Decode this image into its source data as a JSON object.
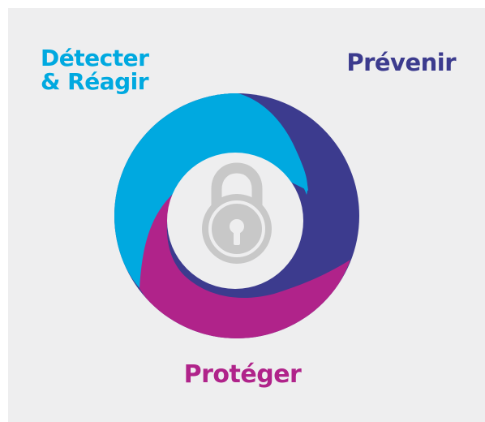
{
  "labels": {
    "detect_line1": "Détecter",
    "detect_line2": "& Réagir",
    "prevent": "Prévenir",
    "protect": "Protéger"
  },
  "colors": {
    "background": "#eeeeef",
    "detect": "#00a9e0",
    "prevent": "#3c3b8e",
    "protect": "#b0238a",
    "center": "#eeeeef",
    "lock": "#c8c8c8"
  },
  "icons": {
    "center": "padlock-icon"
  }
}
